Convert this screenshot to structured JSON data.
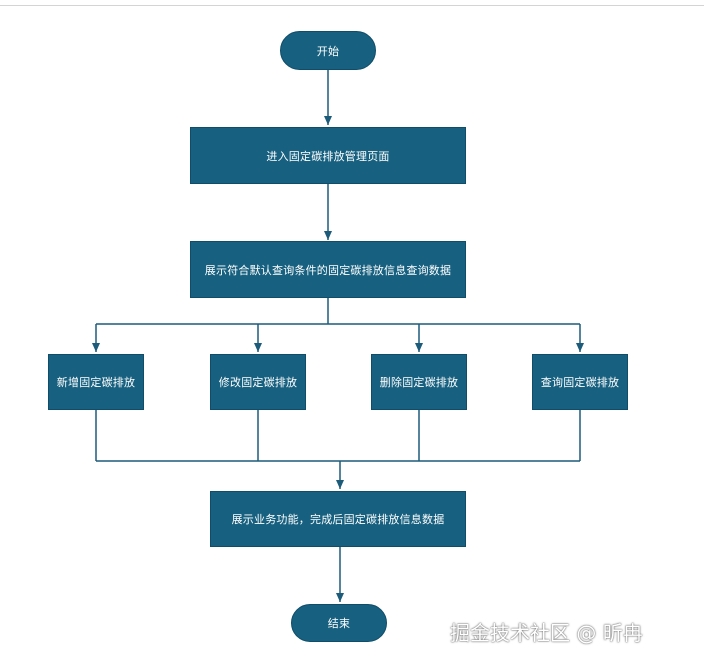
{
  "flowchart": {
    "colors": {
      "node_fill": "#17607f",
      "node_text": "#ffffff",
      "connector": "#1c5b7a"
    },
    "nodes": {
      "start": "开始",
      "enter_page": "进入固定碳排放管理页面",
      "show_list": "展示符合默认查询条件的固定碳排放信息查询数据",
      "add": "新增固定碳排放",
      "edit": "修改固定碳排放",
      "delete": "删除固定碳排放",
      "query": "查询固定碳排放",
      "show_result": "展示业务功能，完成后固定碳排放信息数据",
      "end": "结束"
    }
  },
  "watermark": "掘金技术社区 @ 昕冉"
}
